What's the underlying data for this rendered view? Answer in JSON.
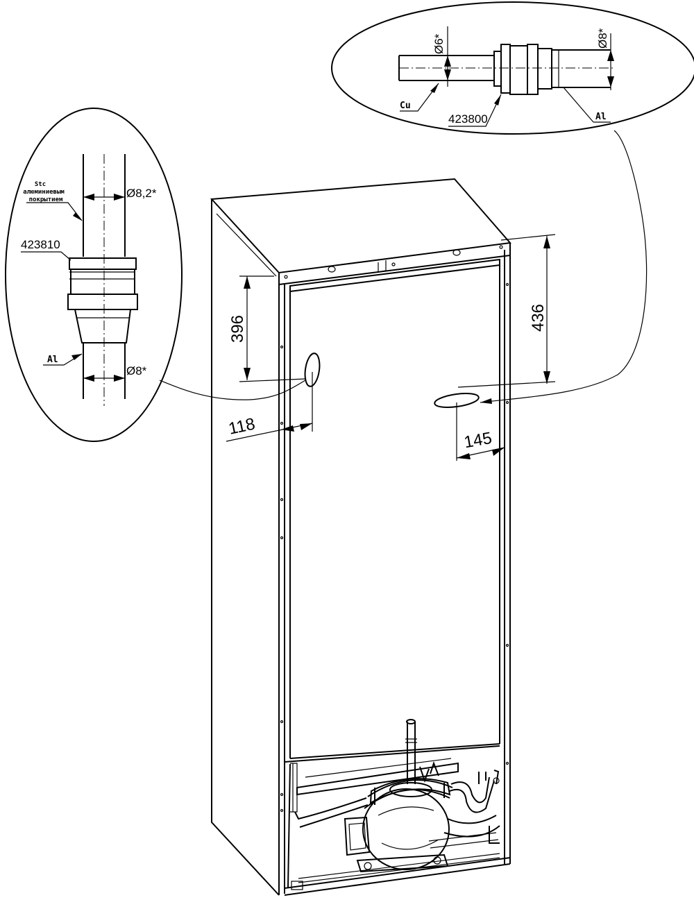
{
  "dimensions": {
    "top_left_height": "396",
    "top_right_height": "436",
    "left_offset": "118",
    "right_offset": "145"
  },
  "detail_left": {
    "pipe_note_line1": "Stc",
    "pipe_note_line2": "алюминиевым",
    "pipe_note_line3": "покрытием",
    "part_number": "423810",
    "material": "Al",
    "diameter_top": "Ø8,2*",
    "diameter_bottom": "Ø8*"
  },
  "detail_right": {
    "diameter_left": "Ø6*",
    "diameter_right": "Ø8*",
    "material_left": "Cu",
    "part_number": "423800",
    "material_right": "Al"
  }
}
